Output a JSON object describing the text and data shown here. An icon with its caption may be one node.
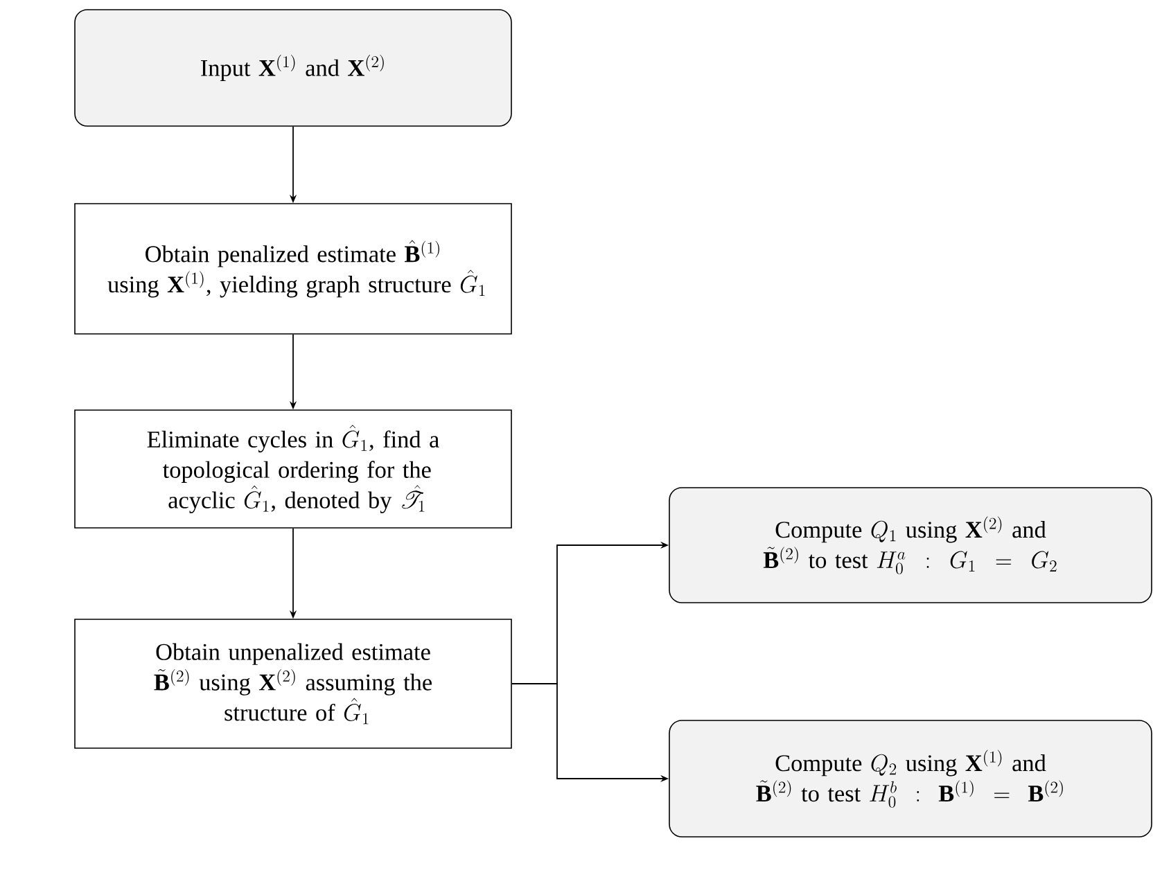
{
  "diagram": {
    "nodes": [
      {
        "text": [
          "\\text{Input }\\mathbf{X}^{(1)}\\text{ and }\\mathbf{X}^{(2)}"
        ]
      },
      {
        "text": [
          "\\text{Obtain penalized estimate }\\hat{\\mathbf{B}}^{(1)}\\allowbreak\\text{ using }\\mathbf{X}^{(1)}\\text{, yielding graph}\\allowbreak\\text{ structure }\\hat{G}_1"
        ]
      },
      {
        "text": [
          "\\text{Eliminate cycles in }\\hat{G}_1\\text{, find a}\\allowbreak\\text{ topological ordering for the}\\allowbreak\\text{ acyclic }\\hat{G}_1\\text{, denoted by }\\hat{\\mathscr{T}}_1"
        ]
      },
      {
        "text": [
          "\\text{Obtain unpenalized estimate}\\allowbreak\\ \\tilde{\\mathbf{B}}^{(2)}\\text{ using }\\mathbf{X}^{(2)}\\text{ assuming the}\\allowbreak\\text{ structure of }\\hat{G}_1"
        ]
      },
      {
        "text": [
          "\\text{Compute }Q_1\\text{ using }\\mathbf{X}^{(2)}\\text{ and}\\allowbreak\\ \\tilde{\\mathbf{B}}^{(2)}\\text{ to test }H_0^a: G_1 = G_2"
        ]
      },
      {
        "text": [
          "\\text{Compute }Q_2\\text{ using }\\mathbf{X}^{(1)}\\text{ and}\\allowbreak\\ \\tilde{\\mathbf{B}}^{(2)}\\text{ to test }H_0^b: \\mathbf{B}^{(1)} = \\mathbf{B}^{(2)}"
        ]
      }
    ],
    "edges": [
      {
        "from": 0,
        "to": 1,
        "arrow": "to"
      },
      {
        "from": 1,
        "to": 2,
        "arrow": "to"
      },
      {
        "from": 2,
        "to": 3,
        "arrow": "to"
      },
      {
        "from": 3,
        "to": 4,
        "arrow": "to"
      },
      {
        "from": 3,
        "to": 5,
        "arrow": "to"
      }
    ]
  }
}
